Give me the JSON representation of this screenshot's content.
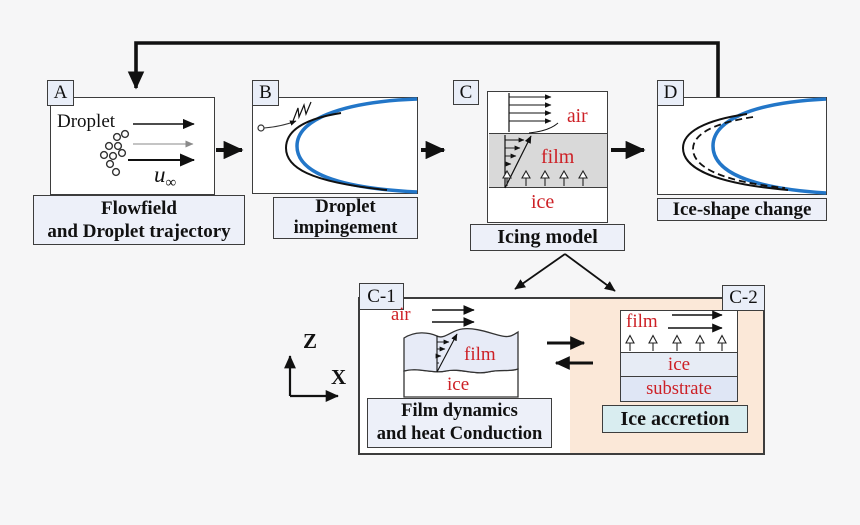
{
  "colors": {
    "red_label": "#cd2026",
    "blue_curve": "#2276c8",
    "tag_fill": "#e9eef8",
    "caption_fill": "#edf0f9",
    "peach_fill": "#fbe8d8",
    "cyan_fill": "#d9edf0",
    "film_gray": "#d9d9d9",
    "ice_layer_fill": "#e7ecf5",
    "substrate_fill": "#dfe6f5"
  },
  "panel_a": {
    "tag": "A",
    "droplet_label": "Droplet",
    "freestream_symbol": "u",
    "freestream_subscript": "∞",
    "caption_line1": "Flowfield",
    "caption_line2": "and Droplet trajectory"
  },
  "panel_b": {
    "tag": "B",
    "caption_line1": "Droplet",
    "caption_line2": "impingement"
  },
  "panel_c": {
    "tag": "C",
    "air_label": "air",
    "film_label": "film",
    "ice_label": "ice",
    "caption": "Icing model"
  },
  "panel_d": {
    "tag": "D",
    "caption": "Ice-shape change"
  },
  "panel_c1": {
    "tag": "C-1",
    "air_label": "air",
    "film_label": "film",
    "ice_label": "ice",
    "caption_line1": "Film dynamics",
    "caption_line2": "and heat Conduction"
  },
  "panel_c2": {
    "tag": "C-2",
    "film_label": "film",
    "ice_label": "ice",
    "substrate_label": "substrate",
    "caption": "Ice accretion"
  },
  "axes": {
    "vertical_label": "Z",
    "horizontal_label": "X"
  }
}
